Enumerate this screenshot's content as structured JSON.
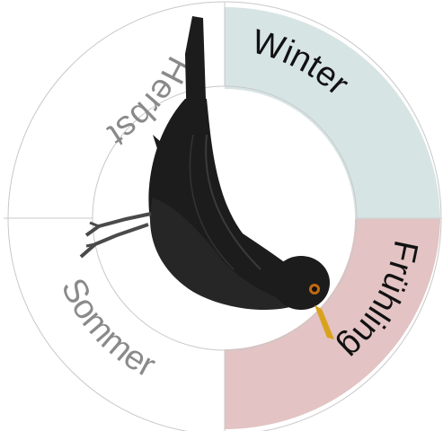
{
  "seasons": [
    {
      "key": "winter",
      "label": "Winter",
      "fill": "#d7e4e4",
      "text_color": "#111111"
    },
    {
      "key": "fruehling",
      "label": "Frühling",
      "fill": "#e3c3c3",
      "text_color": "#111111"
    },
    {
      "key": "sommer",
      "label": "Sommer",
      "fill": "#ffffff",
      "text_color": "#8a8a8a"
    },
    {
      "key": "herbst",
      "label": "Herbst",
      "fill": "#ffffff",
      "text_color": "#8a8a8a"
    }
  ],
  "colors": {
    "ring_stroke": "#c8c8c8",
    "bird_body": "#1c1c1c",
    "bird_beak": "#d9a21c",
    "bird_eye": "#c06a10"
  },
  "center_image": "blackbird-icon"
}
